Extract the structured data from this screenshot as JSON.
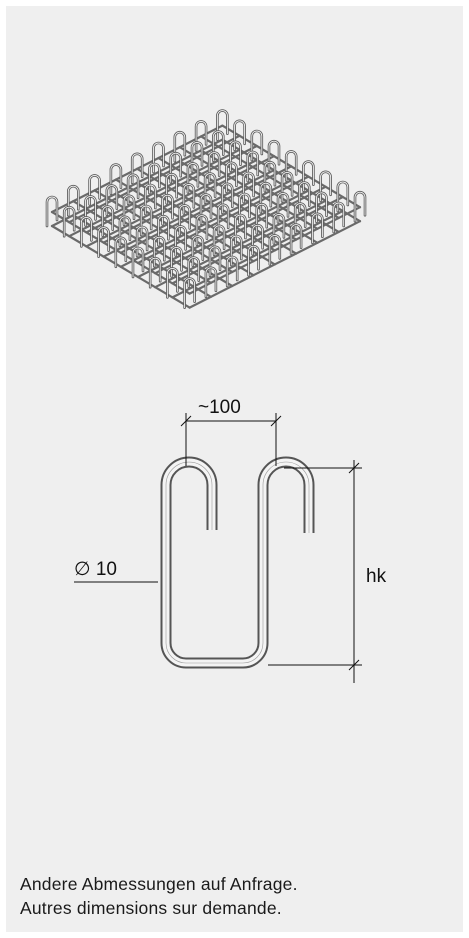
{
  "drawing": {
    "spacing_label": "~100",
    "diameter_label": "∅ 10",
    "height_label": "hk",
    "colors": {
      "background": "#efefef",
      "rod": "#555555",
      "rod_highlight": "#f4f4f4",
      "dimension_line": "#111111"
    }
  },
  "notes": {
    "line_de": "Andere Abmessungen auf Anfrage.",
    "line_fr": "Autres dimensions sur demande."
  }
}
